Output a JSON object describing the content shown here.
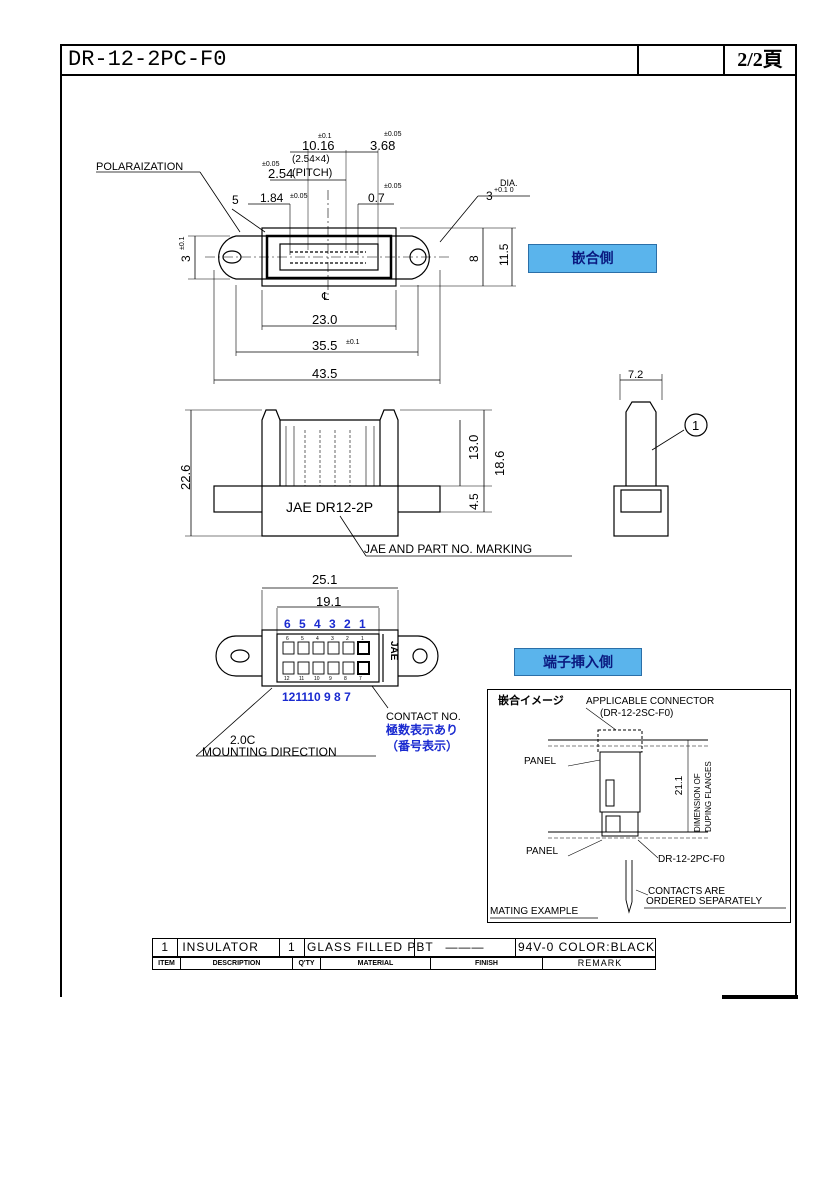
{
  "header": {
    "title": "DR-12-2PC-F0",
    "page": "2/2頁"
  },
  "top_view": {
    "polarization": "POLARAIZATION",
    "dim_pitch_tol": "±0.05",
    "dim_pitch": "2.54",
    "pitch_label": "(PITCH)",
    "dim_1016_tol": "±0.1",
    "dim_1016": "10.16",
    "dim_1016_sub": "(2.54×4)",
    "dim_368_tol": "±0.05",
    "dim_368": "3.68",
    "dim_184": "1.84",
    "dim_184_tol": "±0.05",
    "dim_07": "0.7",
    "dim_07_tol": "±0.05",
    "dim_5": "5",
    "dia_label": "DIA.",
    "dia_value": "3",
    "dia_tol": "+0.1 0",
    "dim_3": "3",
    "dim_3_tol": "±0.1",
    "dim_8": "8",
    "dim_115": "11.5",
    "centerline": "℄",
    "dim_230": "23.0",
    "dim_355": "35.5",
    "dim_355_tol": "±0.1",
    "dim_435": "43.5",
    "side_label": "嵌合側"
  },
  "front_view": {
    "dim_226": "22.6",
    "dim_130": "13.0",
    "dim_186": "18.6",
    "dim_45": "4.5",
    "marking_on_part": "JAE DR12-2P",
    "marking_callout": "JAE AND PART NO. MARKING",
    "dim_72": "7.2",
    "balloon": "1"
  },
  "bottom_view": {
    "dim_251": "25.1",
    "dim_191": "19.1",
    "pins_top": [
      "6",
      "5",
      "4",
      "3",
      "2",
      "1"
    ],
    "pins_top_small": [
      "6",
      "5",
      "4",
      "3",
      "2",
      "1"
    ],
    "pins_bottom": [
      "12",
      "11",
      "10",
      "9",
      "8",
      "7"
    ],
    "pins_bottom_small": [
      "12",
      "11",
      "10",
      "9",
      "8",
      "7"
    ],
    "pins_bottom_label": "121110 9 8 7",
    "side_mark": "JAE",
    "dim_20c": "2.0C",
    "mounting_direction": "MOUNTING DIRECTION",
    "contact_no": "CONTACT NO.",
    "note_jp1": "極数表示あり",
    "note_jp2": "（番号表示）",
    "side_label": "端子挿入側"
  },
  "mating_example": {
    "title": "嵌合イメージ",
    "applicable": "APPLICABLE CONNECTOR",
    "applicable_pn": "(DR-12-2SC-F0)",
    "panel_top": "PANEL",
    "panel_bottom": "PANEL",
    "dim": "21.1",
    "dim_note1": "DIMENSION OF",
    "dim_note2": "DUPING FLANGES",
    "part": "DR-12-2PC-F0",
    "contacts1": "CONTACTS  ARE",
    "contacts2": "ORDERED  SEPARATELY",
    "caption": "MATING  EXAMPLE"
  },
  "bom": {
    "row": {
      "item": "1",
      "description": "INSULATOR",
      "qty": "1",
      "material": "GLASS FILLED PBT",
      "finish": "———",
      "remark": "94V-0 COLOR:BLACK"
    },
    "headers": {
      "item": "ITEM",
      "description": "DESCRIPTION",
      "qty": "Q'TY",
      "material": "MATERIAL",
      "finish": "FINISH",
      "remark": "REMARK"
    }
  },
  "colors": {
    "label_bg": "#5ab4ec",
    "blue_text": "#1a2ad0"
  }
}
